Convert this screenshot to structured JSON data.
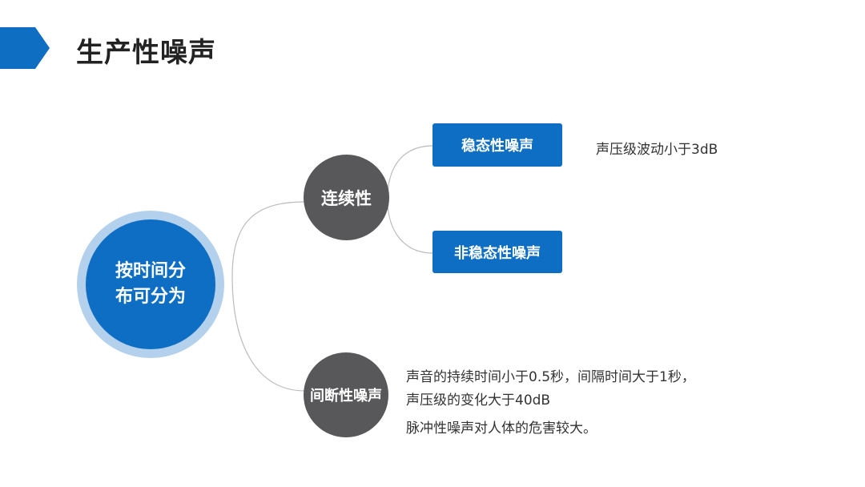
{
  "title": "生产性噪声",
  "colors": {
    "accent": "#0d6ec3",
    "ring": "#b3d1ec",
    "node_gray": "#58585a",
    "connector": "#bbbbbb"
  },
  "root": {
    "line1": "按时间分",
    "line2": "布可分为"
  },
  "branches": {
    "continuous": {
      "label": "连续性",
      "children": [
        {
          "label": "稳态性噪声",
          "description": "声压级波动小于3dB"
        },
        {
          "label": "非稳态性噪声"
        }
      ]
    },
    "intermittent": {
      "label": "间断性噪声",
      "description_lines": [
        "声音的持续时间小于0.5秒，间隔时间大于1秒，",
        "声压级的变化大于40dB",
        "脉冲性噪声对人体的危害较大。"
      ]
    }
  }
}
